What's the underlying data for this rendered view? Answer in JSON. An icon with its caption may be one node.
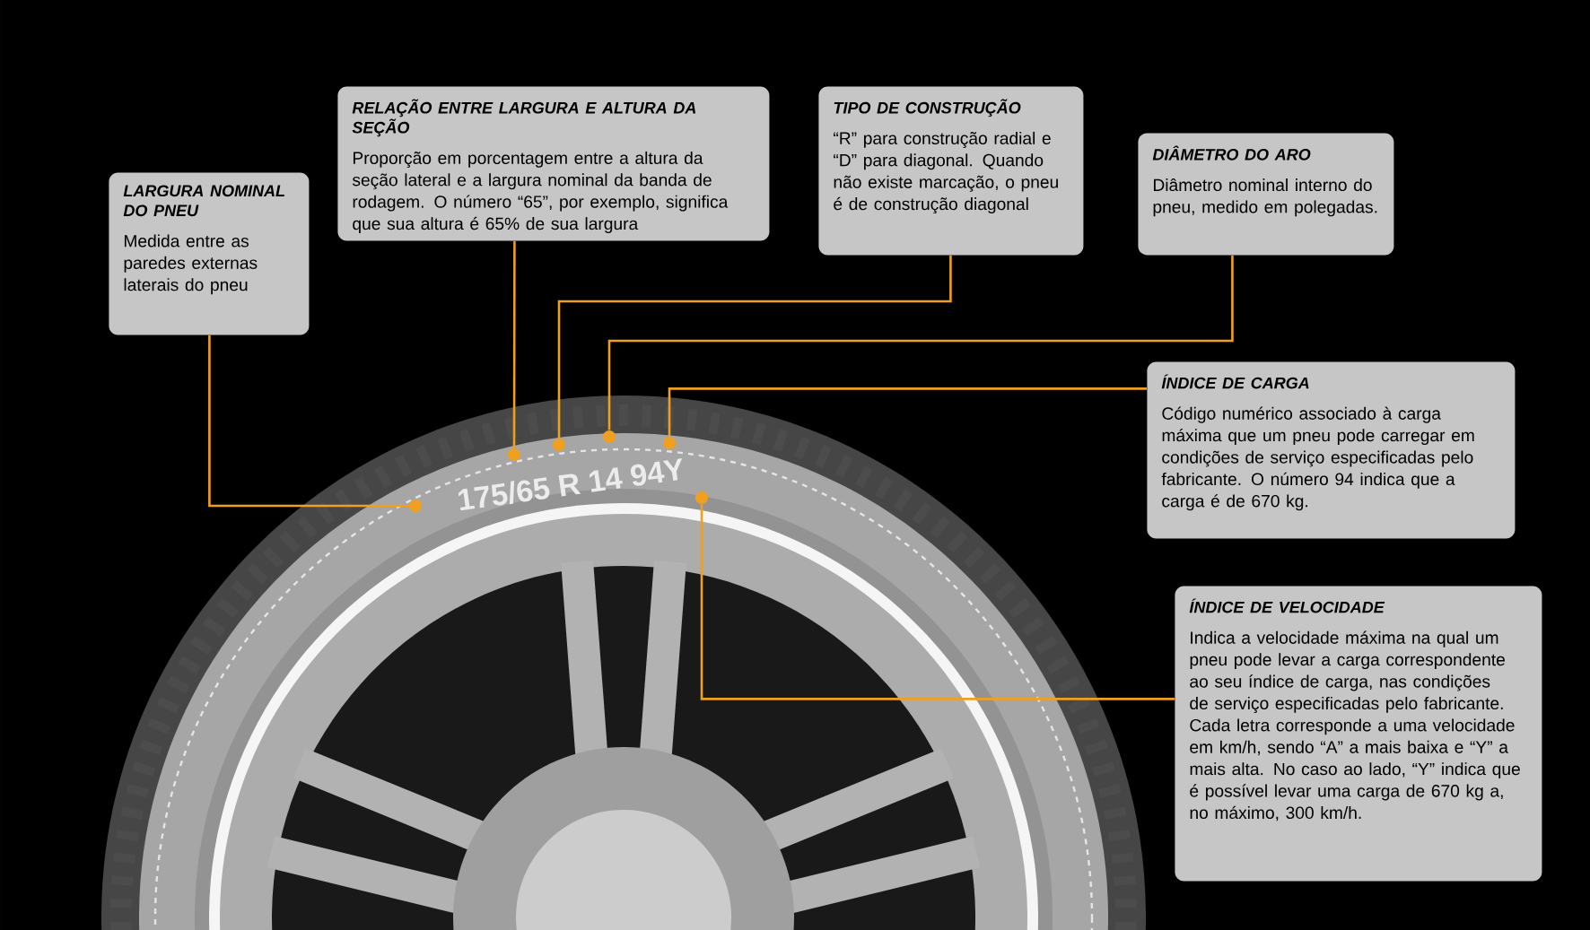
{
  "diagram": {
    "nodes": [
      {
        "text": [
          "LARGURA NOMINAL DO PNEU",
          "Medida entre as paredes externas laterais do pneu"
        ]
      },
      {
        "text": [
          "RELAÇÃO ENTRE LARGURA E ALTURA DA SEÇÃO",
          "Proporção em porcentagem entre a altura da seção lateral  e a largura nominal da banda de rodagem. O número “65”, por exemplo, significa que sua altura é 65% de sua largura"
        ]
      },
      {
        "text": [
          "TIPO DE CONSTRUÇÃO",
          "“R” para construção radial e “D” para diagonal. Quando não existe marcação, o pneu é de construção diagonal"
        ]
      },
      {
        "text": [
          "DIÂMETRO DO ARO",
          "Diâmetro nominal interno do pneu, medido em polegadas."
        ]
      },
      {
        "text": [
          "ÍNDICE DE CARGA",
          "Código numérico associado à carga máxima que um pneu pode carregar em condições de serviço especificadas pelo fabricante. O número 94 indica que a carga é de 670 kg."
        ]
      },
      {
        "text": [
          "ÍNDICE DE VELOCIDADE",
          "Indica a velocidade máxima na qual um pneu pode levar a carga correspondente ao seu índice de carga, nas condições de serviço especificadas pelo fabricante. Cada letra corresponde a uma velocidade em km/h, sendo “A” a mais baixa e “Y” a mais alta. No caso ao lado, “Y” indica que é possível levar uma carga de 670 kg a, no máximo, 300 km/h."
        ]
      },
      {
        "text": [],
        "shape": "circle"
      },
      {
        "text": [],
        "shape": "circle"
      },
      {
        "text": [],
        "shape": "circle"
      },
      {
        "text": [],
        "shape": "circle"
      },
      {
        "text": [],
        "shape": "circle"
      },
      {
        "text": [],
        "shape": "circle"
      }
    ],
    "edges": [
      {
        "from": 0,
        "to": 6,
        "arrow": "none"
      },
      {
        "from": 1,
        "to": 7,
        "arrow": "none"
      },
      {
        "from": 2,
        "to": 8,
        "arrow": "none"
      },
      {
        "from": 3,
        "to": 9,
        "arrow": "none"
      },
      {
        "from": 4,
        "to": 10,
        "arrow": "none"
      },
      {
        "from": 5,
        "to": 11,
        "arrow": "none"
      }
    ],
    "labels": [
      "175/65 R 14 94Y"
    ]
  }
}
